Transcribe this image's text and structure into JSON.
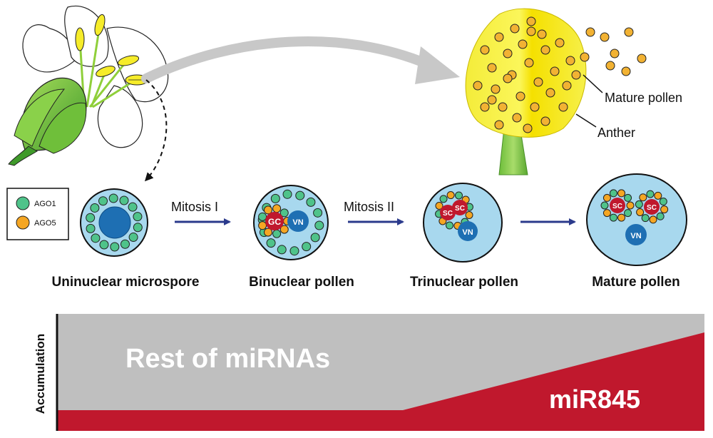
{
  "legend": {
    "items": [
      {
        "label": "AGO1",
        "color": "#4fc38a"
      },
      {
        "label": "AGO5",
        "color": "#f5a623"
      }
    ]
  },
  "annotations": {
    "mature_pollen": "Mature pollen",
    "anther": "Anther"
  },
  "transitions": {
    "mitosis1": "Mitosis I",
    "mitosis2": "Mitosis II"
  },
  "stages": [
    {
      "label": "Uninuclear microspore"
    },
    {
      "label": "Binuclear pollen"
    },
    {
      "label": "Trinuclear pollen"
    },
    {
      "label": "Mature pollen"
    }
  ],
  "nuclei": {
    "gc": "GC",
    "vn": "VN",
    "sc": "SC"
  },
  "accumulation": {
    "axis_label": "Accumulation",
    "rest_label": "Rest of miRNAs",
    "mir_label": "miR845",
    "rest_color": "#bfbfbf",
    "mir_color": "#c0182d"
  },
  "colors": {
    "cell_fill": "#a8d8ee",
    "nucleus": "#1e6fb3",
    "arrow": "#2b3a8c",
    "pollen": "#f2b233",
    "anther": "#f5ef2a"
  }
}
